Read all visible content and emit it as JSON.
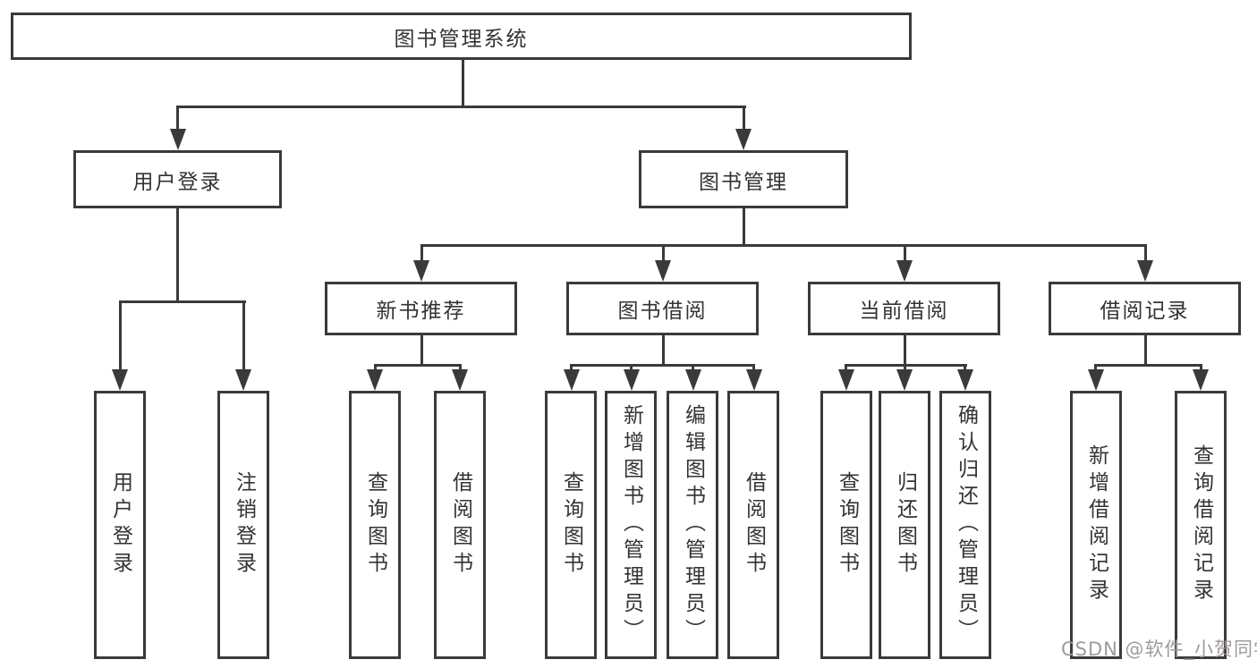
{
  "colors": {
    "line": "#3a3a3a",
    "text": "#333333",
    "background": "#ffffff",
    "watermark": "#a09a9a"
  },
  "tree": {
    "root": {
      "label": "图书管理系统"
    },
    "level2": [
      {
        "id": "user-login",
        "label": "用户登录"
      },
      {
        "id": "book-management",
        "label": "图书管理"
      }
    ],
    "level3": [
      {
        "id": "new-book-recommend",
        "label": "新书推荐"
      },
      {
        "id": "book-borrow",
        "label": "图书借阅"
      },
      {
        "id": "current-borrow",
        "label": "当前借阅"
      },
      {
        "id": "borrow-records",
        "label": "借阅记录"
      }
    ],
    "leaves": {
      "user_login": [
        {
          "label": "用户登录"
        },
        {
          "label": "注销登录"
        }
      ],
      "new_book_recommend": [
        {
          "label": "查询图书"
        },
        {
          "label": "借阅图书"
        }
      ],
      "book_borrow": [
        {
          "label": "查询图书"
        },
        {
          "label": "新增图书（管理员）"
        },
        {
          "label": "编辑图书（管理员）"
        },
        {
          "label": "借阅图书"
        }
      ],
      "current_borrow": [
        {
          "label": "查询图书"
        },
        {
          "label": "归还图书"
        },
        {
          "label": "确认归还（管理员）"
        }
      ],
      "borrow_records": [
        {
          "label": "新增借阅记录"
        },
        {
          "label": "查询借阅记录"
        }
      ]
    }
  },
  "watermark": {
    "text": "CSDN @软件_小贺同学"
  }
}
